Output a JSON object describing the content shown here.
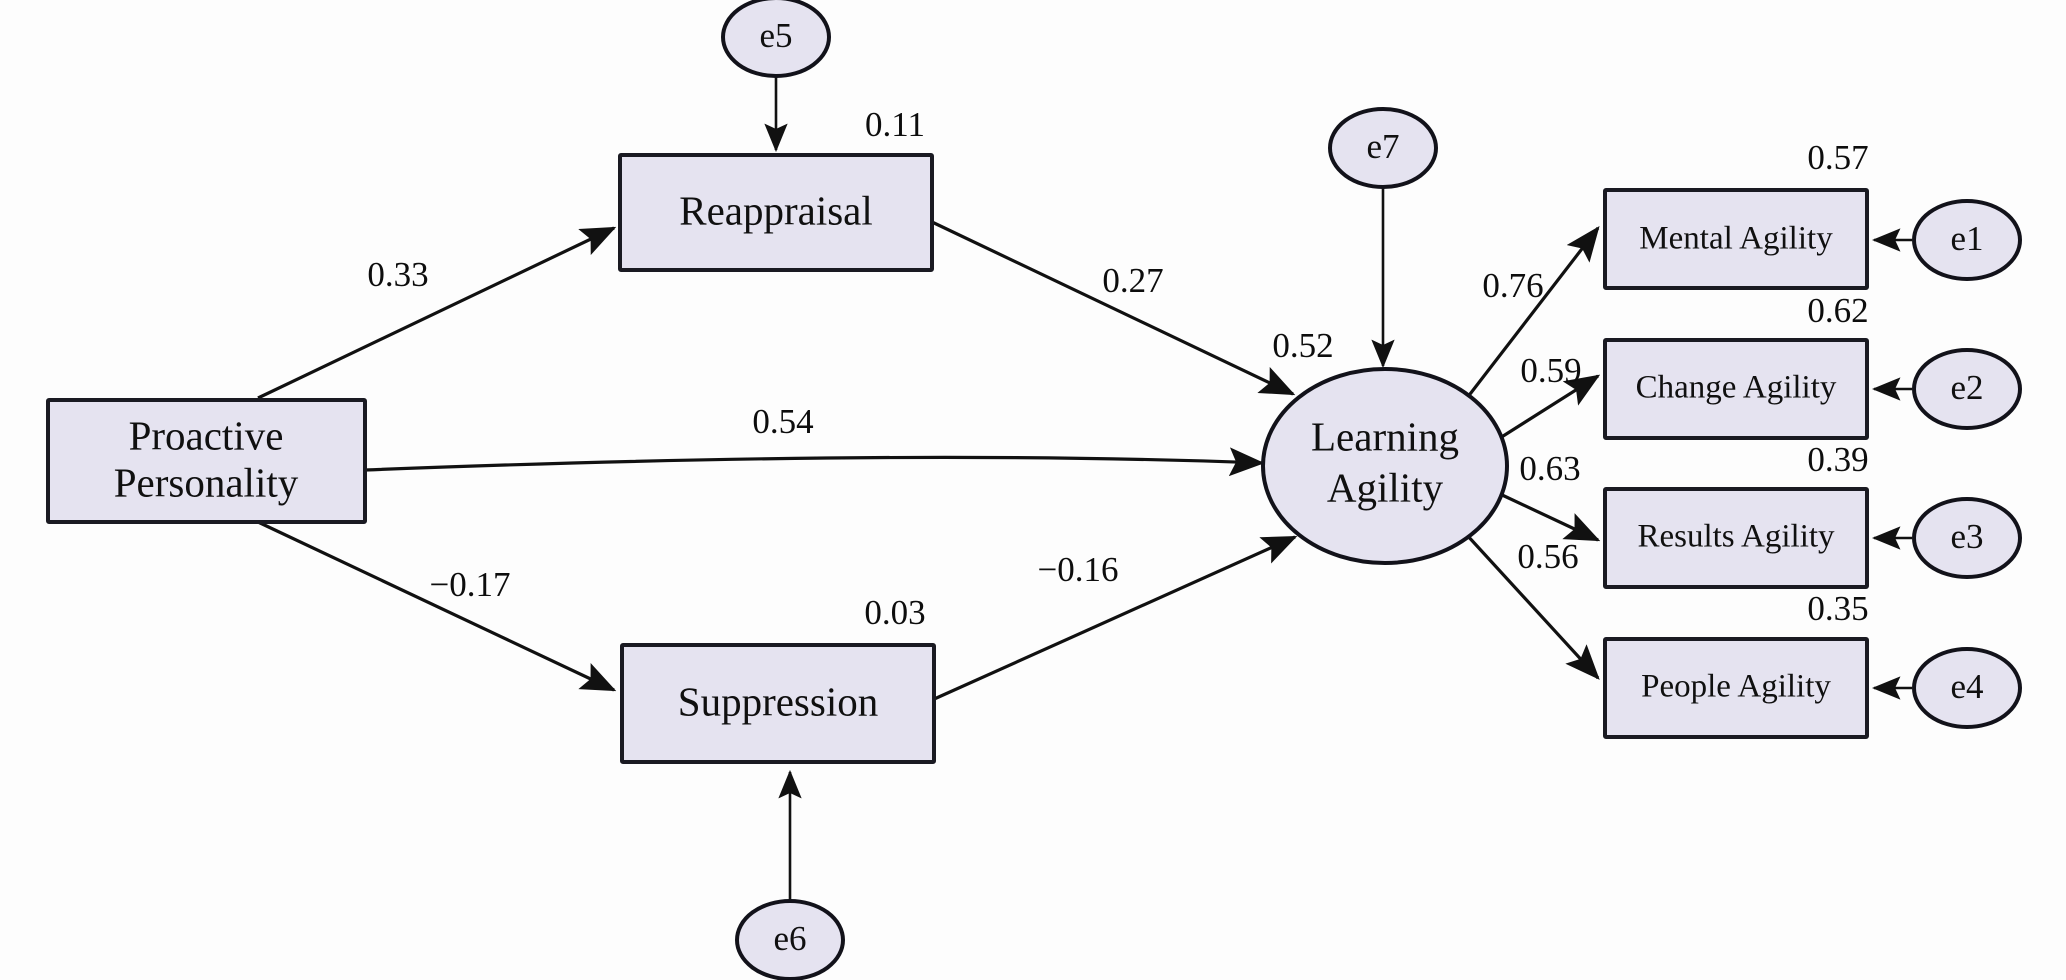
{
  "diagram": {
    "type": "structural-equation-model-path-diagram",
    "title": "",
    "palette": {
      "node_fill": "#e5e3f0",
      "node_stroke": "#12121a",
      "path_stroke": "#111111",
      "background": "#fdfdfd"
    }
  },
  "nodes": {
    "proactive_personality": {
      "label_line1": "Proactive",
      "label_line2": "Personality",
      "shape": "rect"
    },
    "reappraisal": {
      "label": "Reappraisal",
      "shape": "rect"
    },
    "suppression": {
      "label": "Suppression",
      "shape": "rect"
    },
    "learning_agility": {
      "label_line1": "Learning",
      "label_line2": "Agility",
      "shape": "ellipse"
    },
    "mental_agility": {
      "label": "Mental Agility",
      "shape": "rect"
    },
    "change_agility": {
      "label": "Change Agility",
      "shape": "rect"
    },
    "results_agility": {
      "label": "Results Agility",
      "shape": "rect"
    },
    "people_agility": {
      "label": "People Agility",
      "shape": "rect"
    }
  },
  "errors": {
    "e1": {
      "label": "e1"
    },
    "e2": {
      "label": "e2"
    },
    "e3": {
      "label": "e3"
    },
    "e4": {
      "label": "e4"
    },
    "e5": {
      "label": "e5"
    },
    "e6": {
      "label": "e6"
    },
    "e7": {
      "label": "e7"
    }
  },
  "coefficients": {
    "pp_to_reappraisal": "0.33",
    "pp_to_learning_agility": "0.54",
    "pp_to_suppression": "−0.17",
    "reappraisal_to_learning_agility": "0.27",
    "suppression_to_learning_agility": "−0.16",
    "la_to_mental_agility": "0.76",
    "la_to_change_agility": "0.59",
    "la_to_results_agility": "0.63",
    "la_to_people_agility": "0.56"
  },
  "variances": {
    "reappraisal_r2": "0.11",
    "suppression_r2": "0.03",
    "learning_agility_r2": "0.52",
    "mental_agility_r2": "0.57",
    "change_agility_r2": "0.62",
    "results_agility_r2": "0.39",
    "people_agility_r2": "0.35"
  },
  "chart_data": {
    "type": "diagram",
    "title": "Structural equation model: Proactive Personality, Emotion Regulation, and Learning Agility",
    "latent_variables": [
      "Learning Agility"
    ],
    "observed_variables": [
      "Proactive Personality",
      "Reappraisal",
      "Suppression",
      "Mental Agility",
      "Change Agility",
      "Results Agility",
      "People Agility"
    ],
    "paths": [
      {
        "from": "Proactive Personality",
        "to": "Reappraisal",
        "estimate": 0.33
      },
      {
        "from": "Proactive Personality",
        "to": "Learning Agility",
        "estimate": 0.54
      },
      {
        "from": "Proactive Personality",
        "to": "Suppression",
        "estimate": -0.17
      },
      {
        "from": "Reappraisal",
        "to": "Learning Agility",
        "estimate": 0.27
      },
      {
        "from": "Suppression",
        "to": "Learning Agility",
        "estimate": -0.16
      },
      {
        "from": "Learning Agility",
        "to": "Mental Agility",
        "estimate": 0.76
      },
      {
        "from": "Learning Agility",
        "to": "Change Agility",
        "estimate": 0.59
      },
      {
        "from": "Learning Agility",
        "to": "Results Agility",
        "estimate": 0.63
      },
      {
        "from": "Learning Agility",
        "to": "People Agility",
        "estimate": 0.56
      }
    ],
    "squared_multiple_correlations": [
      {
        "variable": "Reappraisal",
        "value": 0.11
      },
      {
        "variable": "Suppression",
        "value": 0.03
      },
      {
        "variable": "Learning Agility",
        "value": 0.52
      },
      {
        "variable": "Mental Agility",
        "value": 0.57
      },
      {
        "variable": "Change Agility",
        "value": 0.62
      },
      {
        "variable": "Results Agility",
        "value": 0.39
      },
      {
        "variable": "People Agility",
        "value": 0.35
      }
    ],
    "error_terms": [
      {
        "name": "e1",
        "attached_to": "Mental Agility"
      },
      {
        "name": "e2",
        "attached_to": "Change Agility"
      },
      {
        "name": "e3",
        "attached_to": "Results Agility"
      },
      {
        "name": "e4",
        "attached_to": "People Agility"
      },
      {
        "name": "e5",
        "attached_to": "Reappraisal"
      },
      {
        "name": "e6",
        "attached_to": "Suppression"
      },
      {
        "name": "e7",
        "attached_to": "Learning Agility"
      }
    ]
  }
}
